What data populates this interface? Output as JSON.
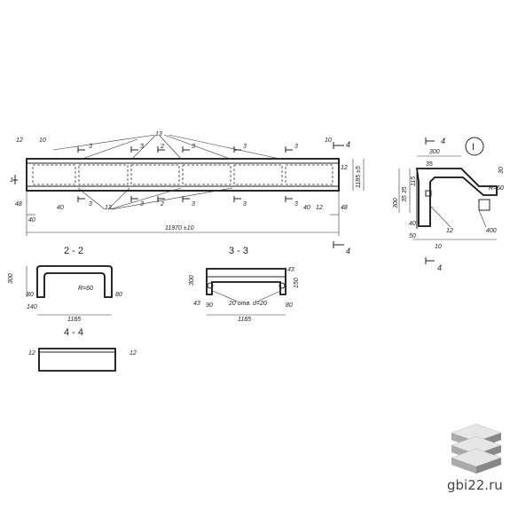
{
  "plan": {
    "overall_length": "11970 ±10",
    "callout_13": "13",
    "callout_12": "12",
    "callout_10": "10",
    "callout_40": "40",
    "callout_48": "48",
    "section_3": "3",
    "section_2": "2",
    "section_4": "4",
    "section_1": "1",
    "height_right": "1185 ±5",
    "dim_40": "40"
  },
  "detail_I": {
    "label": "I",
    "dim_300": "300",
    "dim_35": "35",
    "dim_115": "115",
    "dim_35_35": "35 35",
    "dim_30": "30",
    "radius": "R=60",
    "dim_40": "40",
    "dim_50": "50",
    "dim_10": "10",
    "dim_12": "12",
    "dim_400": "400"
  },
  "section_2_2": {
    "title": "2 - 2",
    "dim_300": "300",
    "dim_80": "80",
    "dim_140": "140",
    "radius": "R=60",
    "width": "1185"
  },
  "section_3_3": {
    "title": "3 - 3",
    "dim_300": "300",
    "dim_150": "150",
    "dim_90": "90",
    "dim_80": "80",
    "holes": "20 отв. d=20",
    "width": "1185",
    "dim_43": "43"
  },
  "section_4_4": {
    "title": "4 - 4",
    "left_12": "12",
    "right_12": "12"
  },
  "watermark": {
    "text": "gbi22.ru",
    "logo_name": "stacked-slabs-logo"
  }
}
